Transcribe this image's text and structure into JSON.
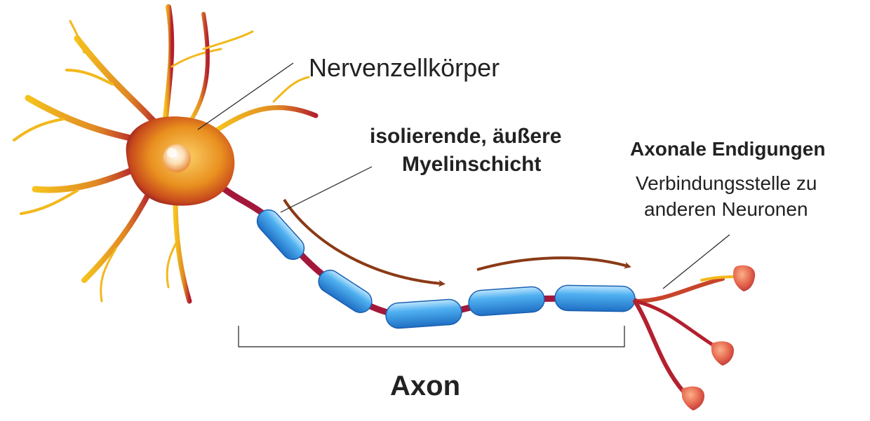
{
  "labels": {
    "cell_body": "Nervenzellkörper",
    "myelin_line1": "isolierende, äußere",
    "myelin_line2": "Myelinschicht",
    "terminals_title": "Axonale Endigungen",
    "terminals_sub_line1": "Verbindungsstelle zu",
    "terminals_sub_line2": "anderen Neuronen",
    "axon": "Axon"
  },
  "colors": {
    "dendrite_yellow": "#f2b81c",
    "dendrite_red": "#b3202e",
    "soma_orange": "#e8891c",
    "axon_red": "#a3183a",
    "myelin_blue": "#3f9ee6",
    "myelin_light": "#a8dcff",
    "arrow_brown": "#8a3a16",
    "bouton": "#e86a4a",
    "text": "#222222",
    "leader_line": "#222222"
  }
}
